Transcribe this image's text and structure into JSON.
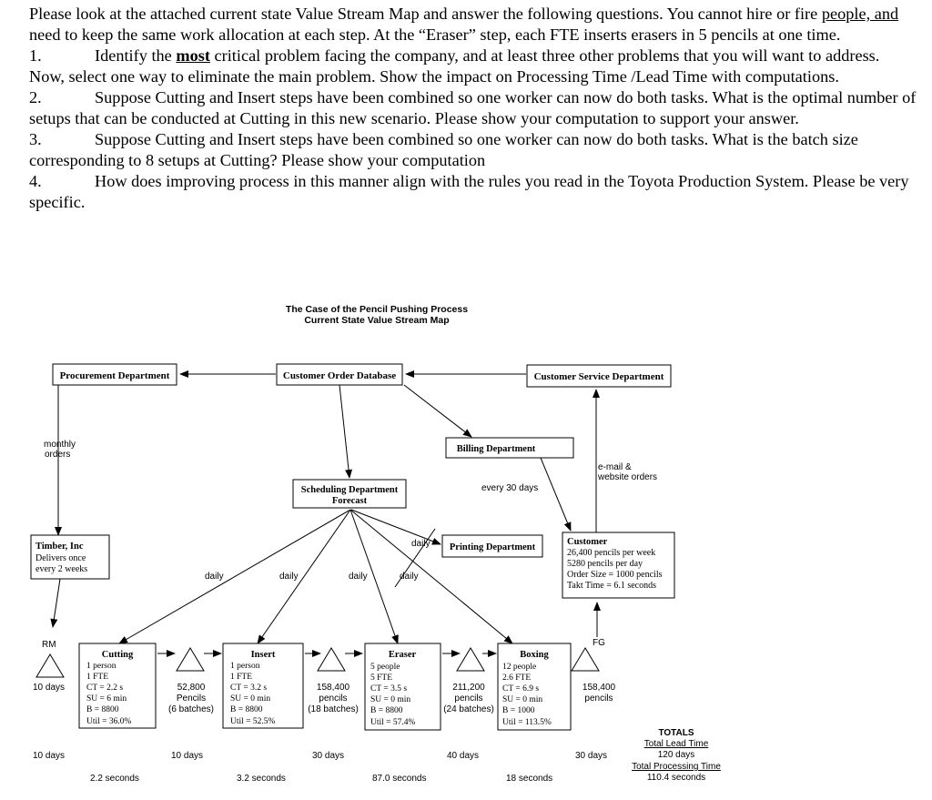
{
  "question": {
    "intro_a": "Please look at the attached current state Value Stream Map and answer the following questions. You cannot hire or fire",
    "intro_b": "people, and",
    "intro_c": "need to keep the same work allocation at each step. At the “Eraser” step, each FTE inserts erasers in 5 pencils at one time.",
    "q1_num": "1.",
    "q1_a": "Identify the",
    "q1_b": "most",
    "q1_c": "critical problem facing the company, and at least three other problems that you will want to address. Now, select one way to eliminate the main problem. Show the impact on Processing Time /Lead Time with computations.",
    "q2_num": "2.",
    "q2": "Suppose Cutting and Insert steps have been combined so one worker can now do both tasks. What is the optimal number of setups that can be conducted at Cutting in this new scenario. Please show your computation to support your answer.",
    "q3_num": "3.",
    "q3": "Suppose Cutting and Insert steps have been combined so one worker can now do both tasks. What is the batch size corresponding to 8 setups at Cutting? Please show your computation",
    "q4_num": "4.",
    "q4": "How does improving process in this manner align with the rules you read in the Toyota Production System. Please be very specific."
  },
  "map": {
    "title1": "The Case of the Pencil Pushing Process",
    "title2": "Current State Value Stream Map",
    "procurement": "Procurement Department",
    "customer_order_db": "Customer Order Database",
    "customer_service": "Customer Service Department",
    "billing": "Billing Department",
    "scheduling_1": "Scheduling Department",
    "scheduling_2": "Forecast",
    "printing": "Printing Department",
    "monthly_1": "monthly",
    "monthly_2": "orders",
    "email_1": "e-mail &",
    "email_2": "website orders",
    "every30": "every 30 days",
    "daily": "daily",
    "timber": {
      "name": "Timber, Inc",
      "line2": "Delivers once",
      "line3": "every 2 weeks"
    },
    "customer": {
      "name": "Customer",
      "l1": "26,400 pencils per week",
      "l2": "5280 pencils per day",
      "l3": "Order Size = 1000 pencils",
      "l4": "Takt Time = 6.1 seconds"
    },
    "rm": "RM",
    "fg": "FG",
    "rm_days": "10 days",
    "cutting": {
      "name": "Cutting",
      "l1": "1 person",
      "l2": "1 FTE",
      "l3": "CT = 2.2 s",
      "l4": "SU = 6 min",
      "l5": "B = 8800",
      "l6": "Util = 36.0%"
    },
    "insert": {
      "name": "Insert",
      "l1": "1 person",
      "l2": "1 FTE",
      "l3": "CT = 3.2 s",
      "l4": "SU = 0 min",
      "l5": "B = 8800",
      "l6": "Util = 52.5%"
    },
    "eraser": {
      "name": "Eraser",
      "l1": "5 people",
      "l2": "5 FTE",
      "l3": "CT = 3.5 s",
      "l4": "SU = 0 min",
      "l5": "B = 8800",
      "l6": "Util = 57.4%"
    },
    "boxing": {
      "name": "Boxing",
      "l1": "12 people",
      "l2": "2.6 FTE",
      "l3": "CT = 6.9 s",
      "l4": "SU = 0 min",
      "l5": "B = 1000",
      "l6": "Util = 113.5%"
    },
    "inv1": {
      "l1": "52,800",
      "l2": "Pencils",
      "l3": "(6 batches)"
    },
    "inv2": {
      "l1": "158,400",
      "l2": "pencils",
      "l3": "(18 batches)"
    },
    "inv3": {
      "l1": "211,200",
      "l2": "pencils",
      "l3": "(24 batches)"
    },
    "inv_fg": {
      "l1": "158,400",
      "l2": "pencils"
    },
    "timeline_days": [
      "10 days",
      "10 days",
      "30 days",
      "40 days",
      "30 days"
    ],
    "timeline_secs": [
      "2.2 seconds",
      "3.2 seconds",
      "87.0 seconds",
      "18 seconds"
    ],
    "totals": {
      "title": "TOTALS",
      "lead_label": "Total Lead Time",
      "lead_value": "120 days",
      "proc_label": "Total Processing Time",
      "proc_value": "110.4 seconds"
    }
  }
}
